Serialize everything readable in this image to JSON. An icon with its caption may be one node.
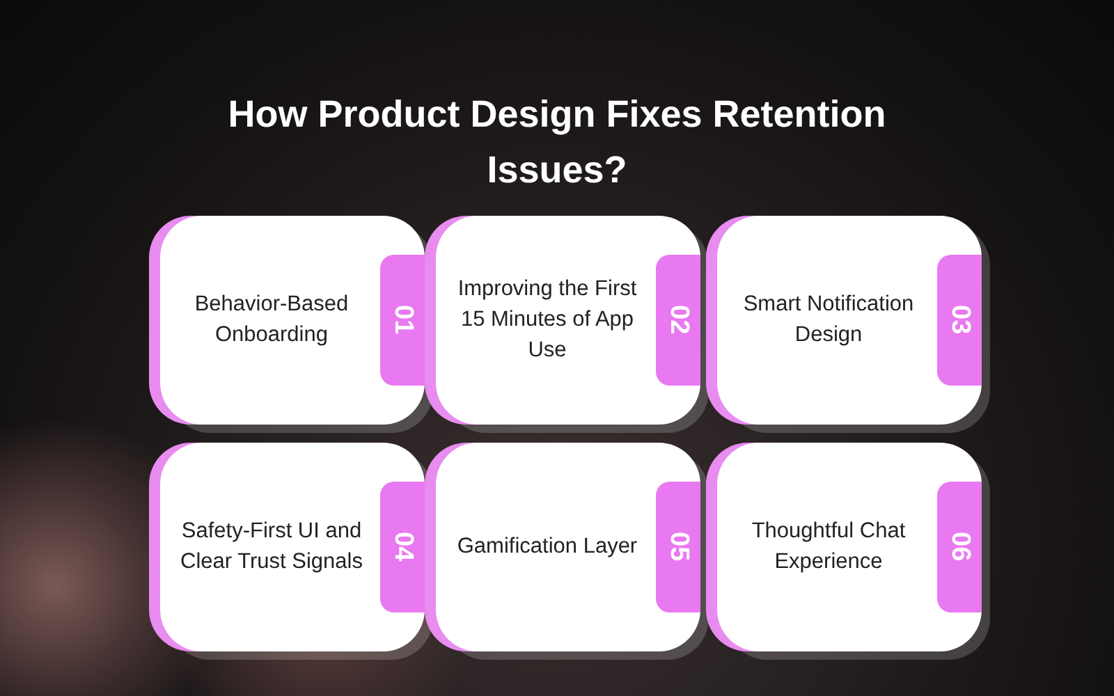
{
  "diagram": {
    "title": "How Product Design Fixes Retention Issues?",
    "nodes": [
      {
        "text": [
          "Behavior-Based Onboarding",
          "01"
        ]
      },
      {
        "text": [
          "Improving the First 15 Minutes of App Use",
          "02"
        ]
      },
      {
        "text": [
          "Smart Notification Design",
          "03"
        ]
      },
      {
        "text": [
          "Safety-First UI and Clear Trust Signals",
          "04"
        ]
      },
      {
        "text": [
          "Gamification Layer",
          "05"
        ]
      },
      {
        "text": [
          "Thoughtful Chat Experience",
          "06"
        ]
      }
    ]
  }
}
